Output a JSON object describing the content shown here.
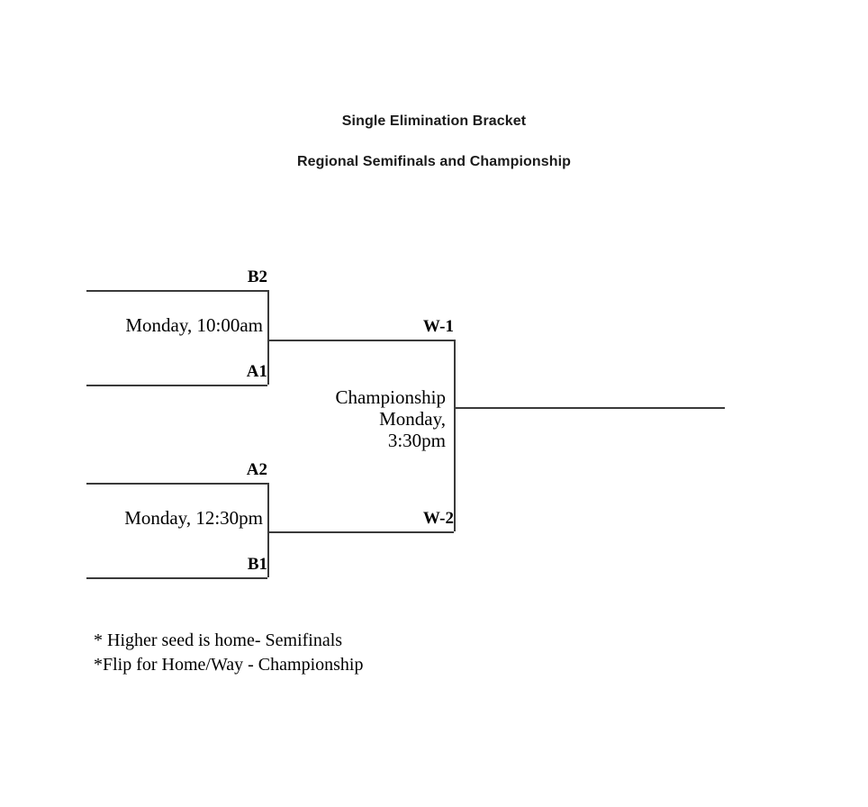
{
  "titles": {
    "main": "Single Elimination Bracket",
    "sub": "Regional Semifinals and Championship"
  },
  "bracket": {
    "semifinal_1": {
      "top_seed": "B2",
      "bottom_seed": "A1",
      "time": "Monday, 10:00am"
    },
    "semifinal_2": {
      "top_seed": "A2",
      "bottom_seed": "B1",
      "time": "Monday, 12:30pm"
    },
    "championship": {
      "top_seed": "W-1",
      "bottom_seed": "W-2",
      "label": "Championship",
      "day": "Monday,",
      "time": "3:30pm"
    }
  },
  "notes": [
    "* Higher seed is home- Semifinals",
    "*Flip for Home/Way - Championship"
  ],
  "colors": {
    "line": "#3a3a3a",
    "text": "#000000",
    "title": "#1a1a1a",
    "background": "#ffffff"
  }
}
